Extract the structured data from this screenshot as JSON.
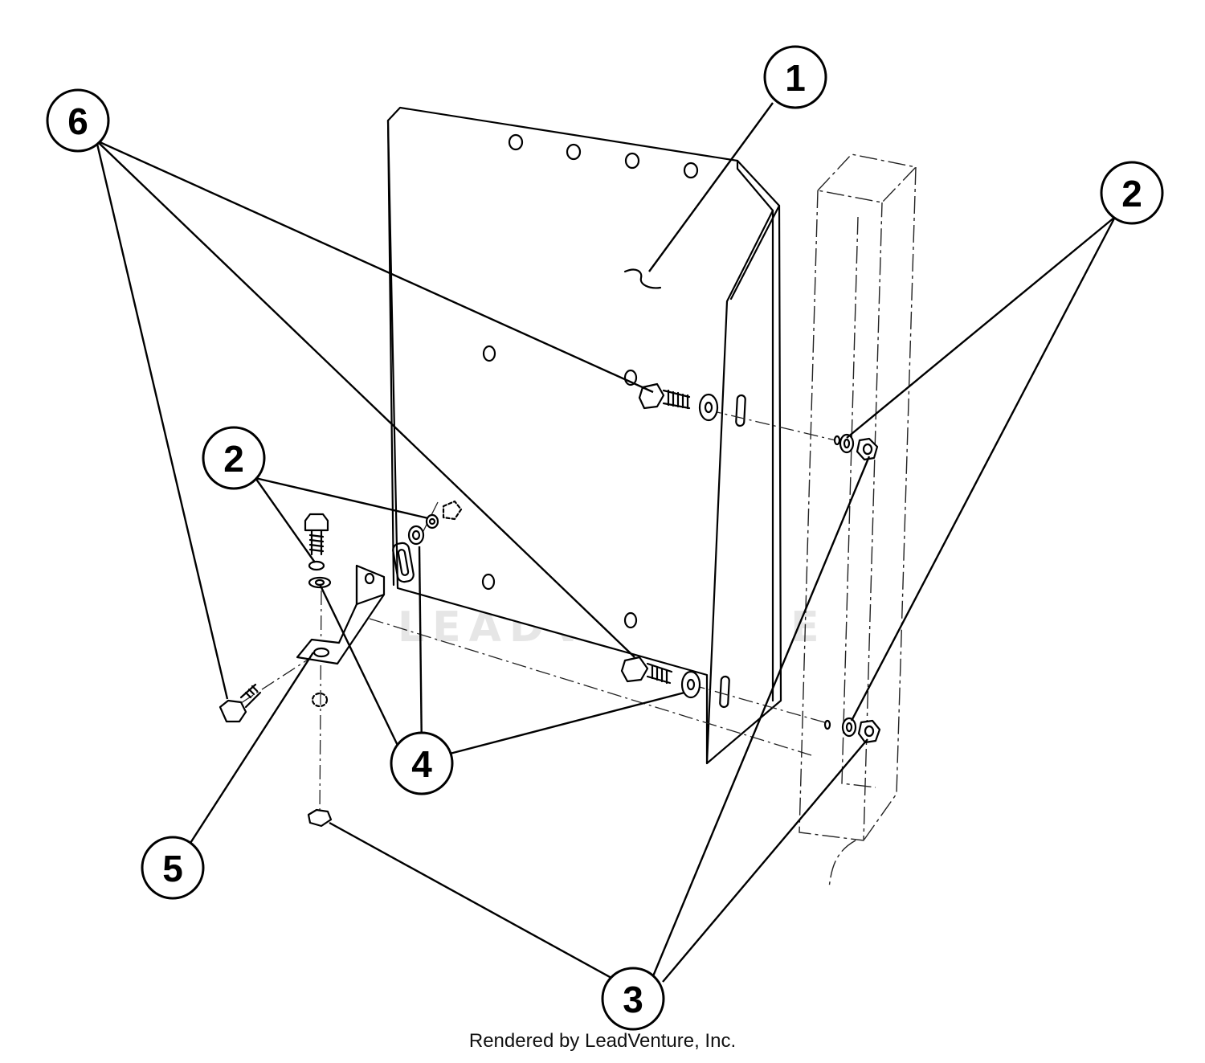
{
  "callouts": [
    {
      "id": "1",
      "label": "1"
    },
    {
      "id": "2a",
      "label": "2"
    },
    {
      "id": "2b",
      "label": "2"
    },
    {
      "id": "3",
      "label": "3"
    },
    {
      "id": "4",
      "label": "4"
    },
    {
      "id": "5",
      "label": "5"
    },
    {
      "id": "6",
      "label": "6"
    }
  ],
  "watermark": {
    "text": "LEADVENTURE"
  },
  "footer": {
    "credit": "Rendered by LeadVenture, Inc."
  }
}
